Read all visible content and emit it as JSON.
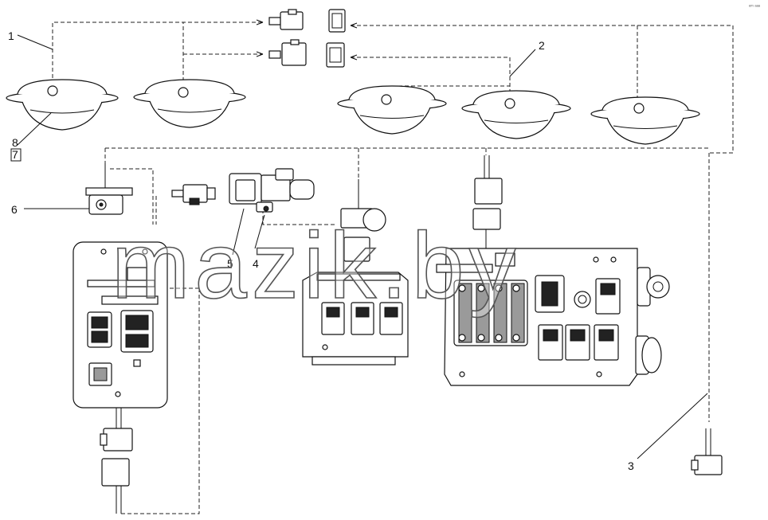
{
  "diagram": {
    "callouts": {
      "c1": "1",
      "c2": "2",
      "c3": "3",
      "c4": "4",
      "c5": "5",
      "c6": "6",
      "c7": "7",
      "c8": "8"
    },
    "watermark": "mazik.by",
    "corner_mark": "ᵉᵐ ᵃᵃᵃ"
  }
}
